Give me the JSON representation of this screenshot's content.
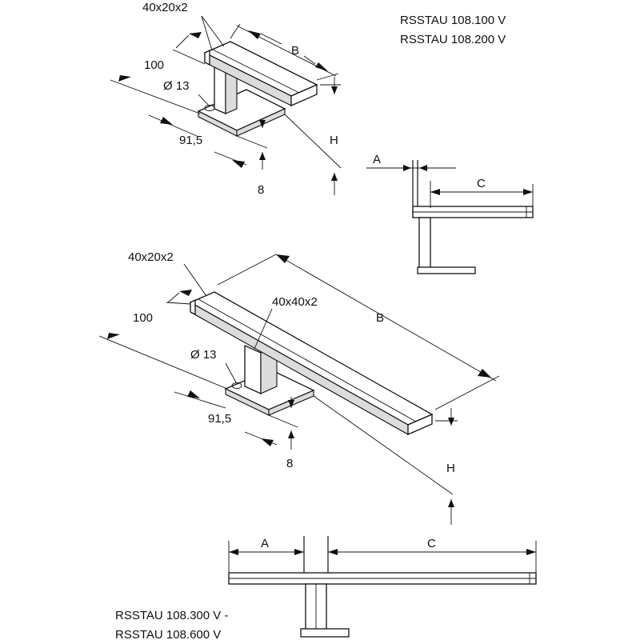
{
  "top_model_codes": [
    "RSSTAU 108.100 V",
    "RSSTAU 108.200 V"
  ],
  "bottom_model_codes": [
    "RSSTAU 108.300 V -",
    "RSSTAU 108.600 V"
  ],
  "top_iso": {
    "profile": "40x20x2",
    "length_label": "B",
    "depth": "100",
    "hole": "Ø 13",
    "base_offset": "91,5",
    "plate_thickness": "8",
    "height_label": "H"
  },
  "top_side": {
    "label_a": "A",
    "label_c": "C"
  },
  "bottom_iso": {
    "profile": "40x20x2",
    "post_profile": "40x40x2",
    "length_label": "B",
    "depth": "100",
    "hole": "Ø 13",
    "base_offset": "91,5",
    "plate_thickness": "8",
    "height_label": "H"
  },
  "bottom_side": {
    "label_a": "A",
    "label_c": "C"
  }
}
